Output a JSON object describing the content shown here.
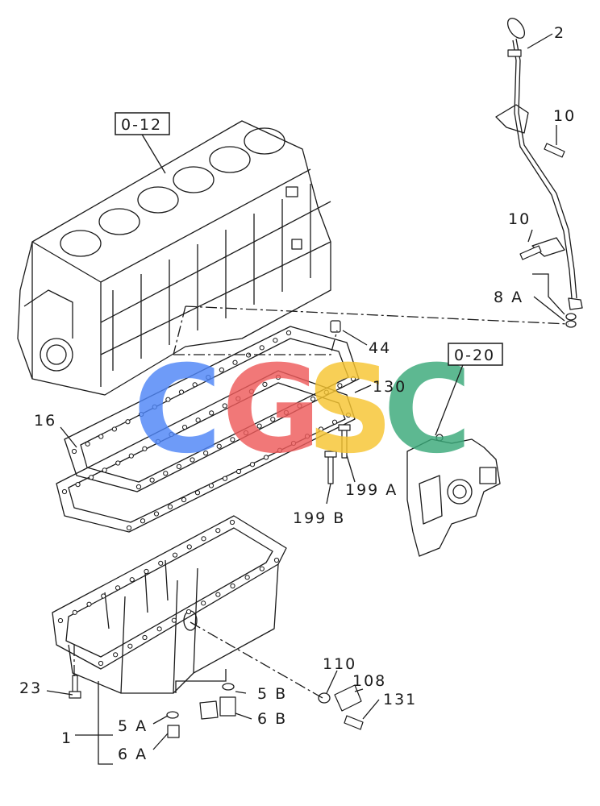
{
  "callouts": {
    "engine_block_ref": "0-12",
    "front_cover_ref": "0-20",
    "dipstick": "2",
    "bolt_upper": "10",
    "bolt_lower": "10",
    "oring_8a": "8 A",
    "plug_44": "44",
    "gasket_130": "130",
    "gasket_16": "16",
    "bolt_199a": "199 A",
    "bolt_199b": "199 B",
    "oring_110": "110",
    "cover_108": "108",
    "bolt_131": "131",
    "bolt_23": "23",
    "washer_5b": "5 B",
    "plug_6b": "6 B",
    "washer_5a": "5 A",
    "oil_pan": "1",
    "plug_6a": "6 A"
  },
  "watermark": {
    "letters": [
      "C",
      "G",
      "S",
      "C"
    ],
    "colors": [
      "#4f86f7",
      "#ef5b5b",
      "#f7c531",
      "#3aa97a"
    ]
  }
}
